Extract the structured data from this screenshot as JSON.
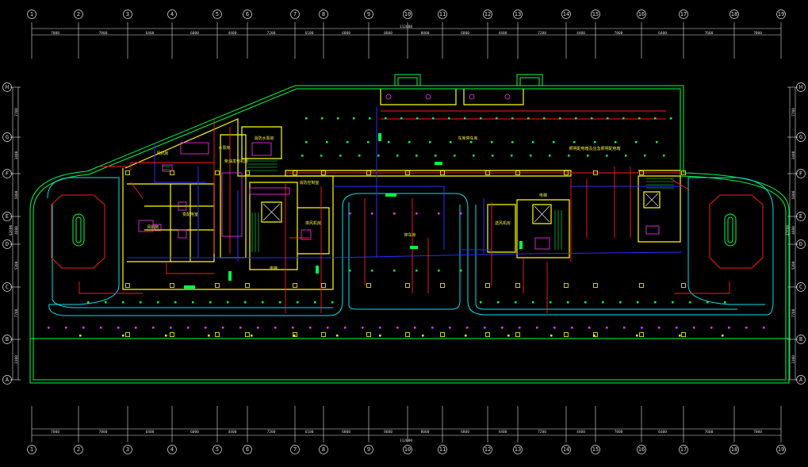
{
  "drawing": {
    "column_axes": [
      "1",
      "2",
      "3",
      "4",
      "5",
      "6",
      "7",
      "8",
      "9",
      "10",
      "11",
      "12",
      "13",
      "14",
      "15",
      "16",
      "17",
      "18",
      "19"
    ],
    "row_axes": [
      "H",
      "G",
      "F",
      "E",
      "D",
      "C",
      "B",
      "A"
    ],
    "column_spacings": [
      "7000",
      "7800",
      "6400",
      "6000",
      "4400",
      "7200",
      "6100",
      "6800",
      "8600",
      "8000",
      "6800",
      "4400",
      "7200",
      "4400",
      "7800",
      "6400",
      "7600",
      "7000"
    ],
    "total_width": "112000",
    "row_spacings_left": [
      "7700",
      "3400",
      "5800",
      "4600",
      "5200",
      "7700",
      "3100"
    ],
    "total_height_left": "42600",
    "row_spacings_right": [
      "7700",
      "3400",
      "5800",
      "4600",
      "5200",
      "7700",
      "3100"
    ],
    "total_height_right": "42600",
    "rooms": {
      "parking_main": "车库停车库",
      "parking_center": "停车库",
      "fire_pump": "消防水泵房",
      "distribution": "变配电室",
      "generator": "柴油发电机房",
      "control": "消防控制室",
      "fan1": "风机房",
      "fan2": "风机房",
      "fan3": "排风机房",
      "fan4": "送风机房",
      "pump": "水泵房",
      "lift1": "电梯",
      "lift2": "电梯",
      "note": "照明配电箱及应急照明配电箱"
    },
    "colors": {
      "wall": "#ffff00",
      "boundary": "#00ff44",
      "lane": "#00e5ee",
      "power": "#ff1a1a",
      "cable": "#2b2bff",
      "device": "#ff33ff",
      "axis": "#e0e0e0",
      "text": "#ffff40"
    }
  }
}
